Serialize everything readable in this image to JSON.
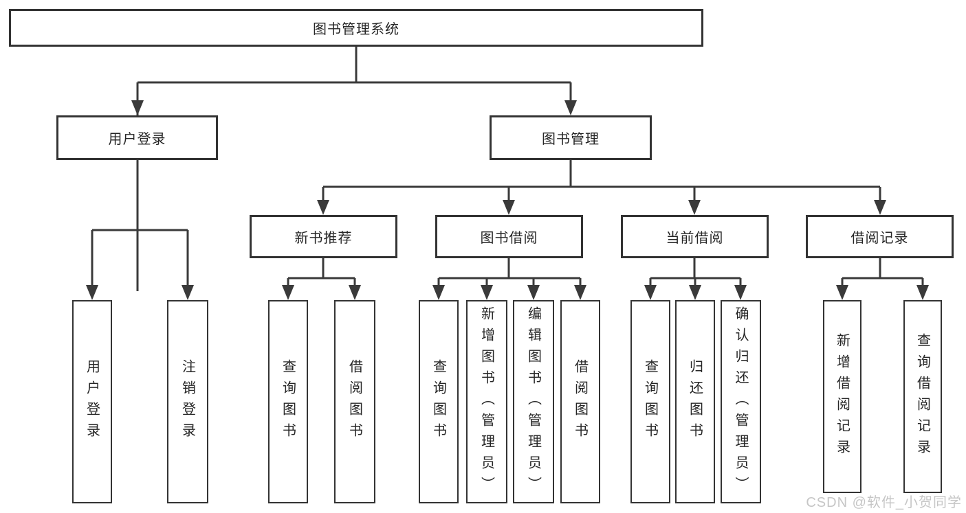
{
  "tree": {
    "root": "图书管理系统",
    "user_login": {
      "label": "用户登录",
      "children": [
        "用户登录",
        "注销登录"
      ]
    },
    "book_mgmt": {
      "label": "图书管理",
      "sections": [
        {
          "label": "新书推荐",
          "children": [
            "查询图书",
            "借阅图书"
          ]
        },
        {
          "label": "图书借阅",
          "children": [
            "查询图书",
            "新增图书（管理员）",
            "编辑图书（管理员）",
            "借阅图书"
          ]
        },
        {
          "label": "当前借阅",
          "children": [
            "查询图书",
            "归还图书",
            "确认归还（管理员）"
          ]
        },
        {
          "label": "借阅记录",
          "children": [
            "新增借阅记录",
            "查询借阅记录"
          ]
        }
      ]
    }
  },
  "watermark": "CSDN @软件_小贺同学",
  "colors": {
    "line": "#3a3a3a",
    "box_border": "#333333",
    "text": "#262626",
    "watermark": "#c6c6c6"
  }
}
